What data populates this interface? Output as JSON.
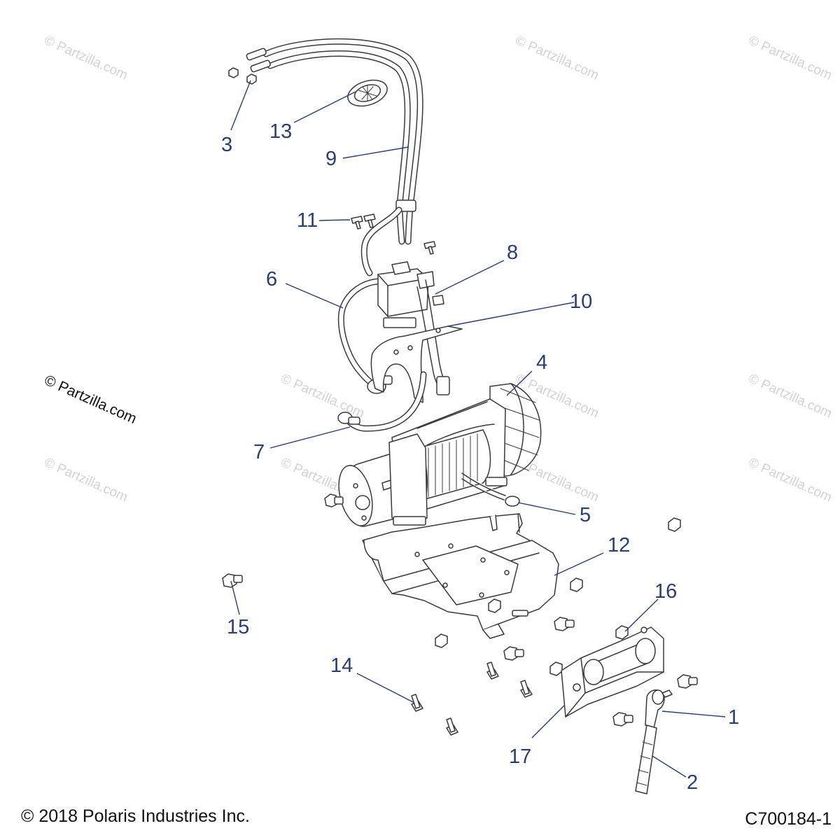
{
  "watermark": {
    "text": "© Partzilla.com",
    "side_text": "© Partzilla.com"
  },
  "callouts": {
    "c1": "1",
    "c2": "2",
    "c3": "3",
    "c4": "4",
    "c5": "5",
    "c6": "6",
    "c7": "7",
    "c8": "8",
    "c9": "9",
    "c10": "10",
    "c11": "11",
    "c12": "12",
    "c13": "13",
    "c14": "14",
    "c15": "15",
    "c16": "16",
    "c17": "17"
  },
  "footer": {
    "copyright": "© 2018 Polaris Industries Inc.",
    "code": "C700184-1"
  },
  "colors": {
    "callout": "#2b3e74",
    "watermark": "#d3d3d3",
    "line_art": "#3a3a3a"
  }
}
